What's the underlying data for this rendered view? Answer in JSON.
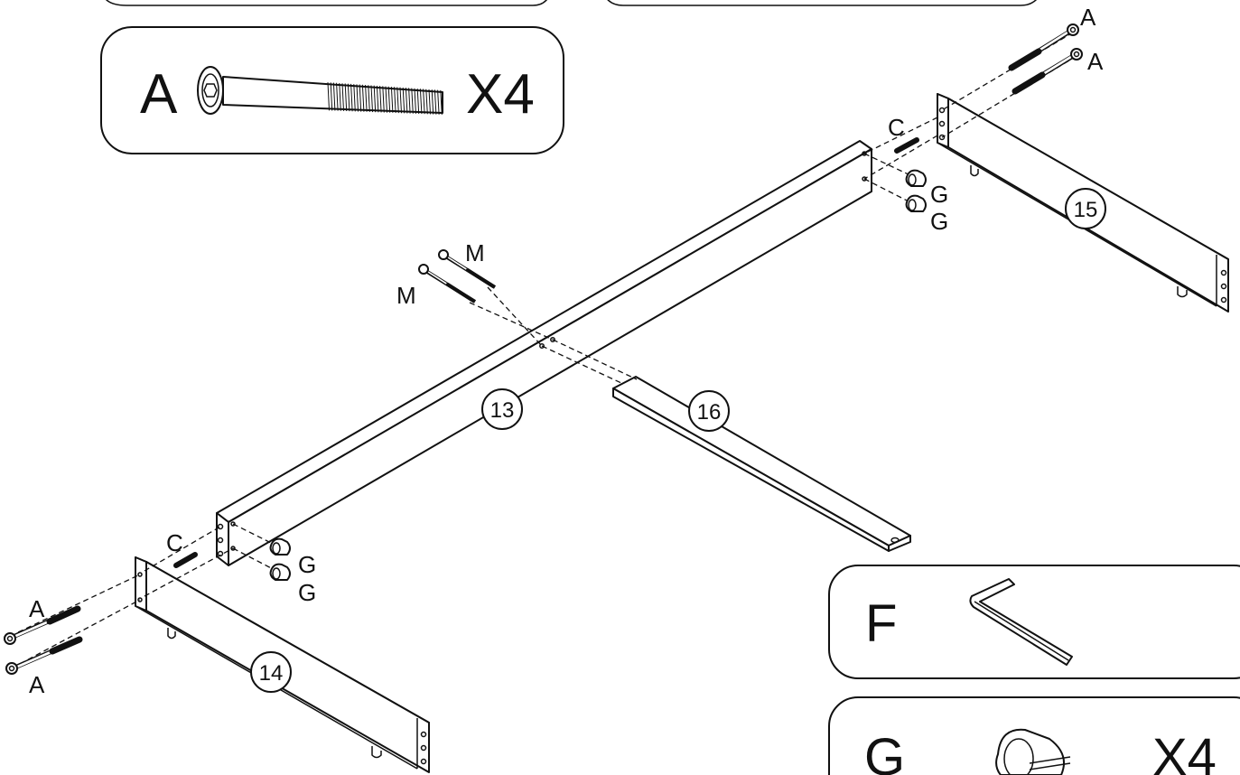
{
  "boxes": {
    "a": {
      "letter": "A",
      "qty": "X4"
    },
    "f": {
      "letter": "F"
    },
    "g": {
      "letter": "G",
      "qty": "X4"
    }
  },
  "parts": {
    "p13": "13",
    "p14": "14",
    "p15": "15",
    "p16": "16"
  },
  "hardware": {
    "a": "A",
    "c": "C",
    "g": "G",
    "m": "M"
  }
}
